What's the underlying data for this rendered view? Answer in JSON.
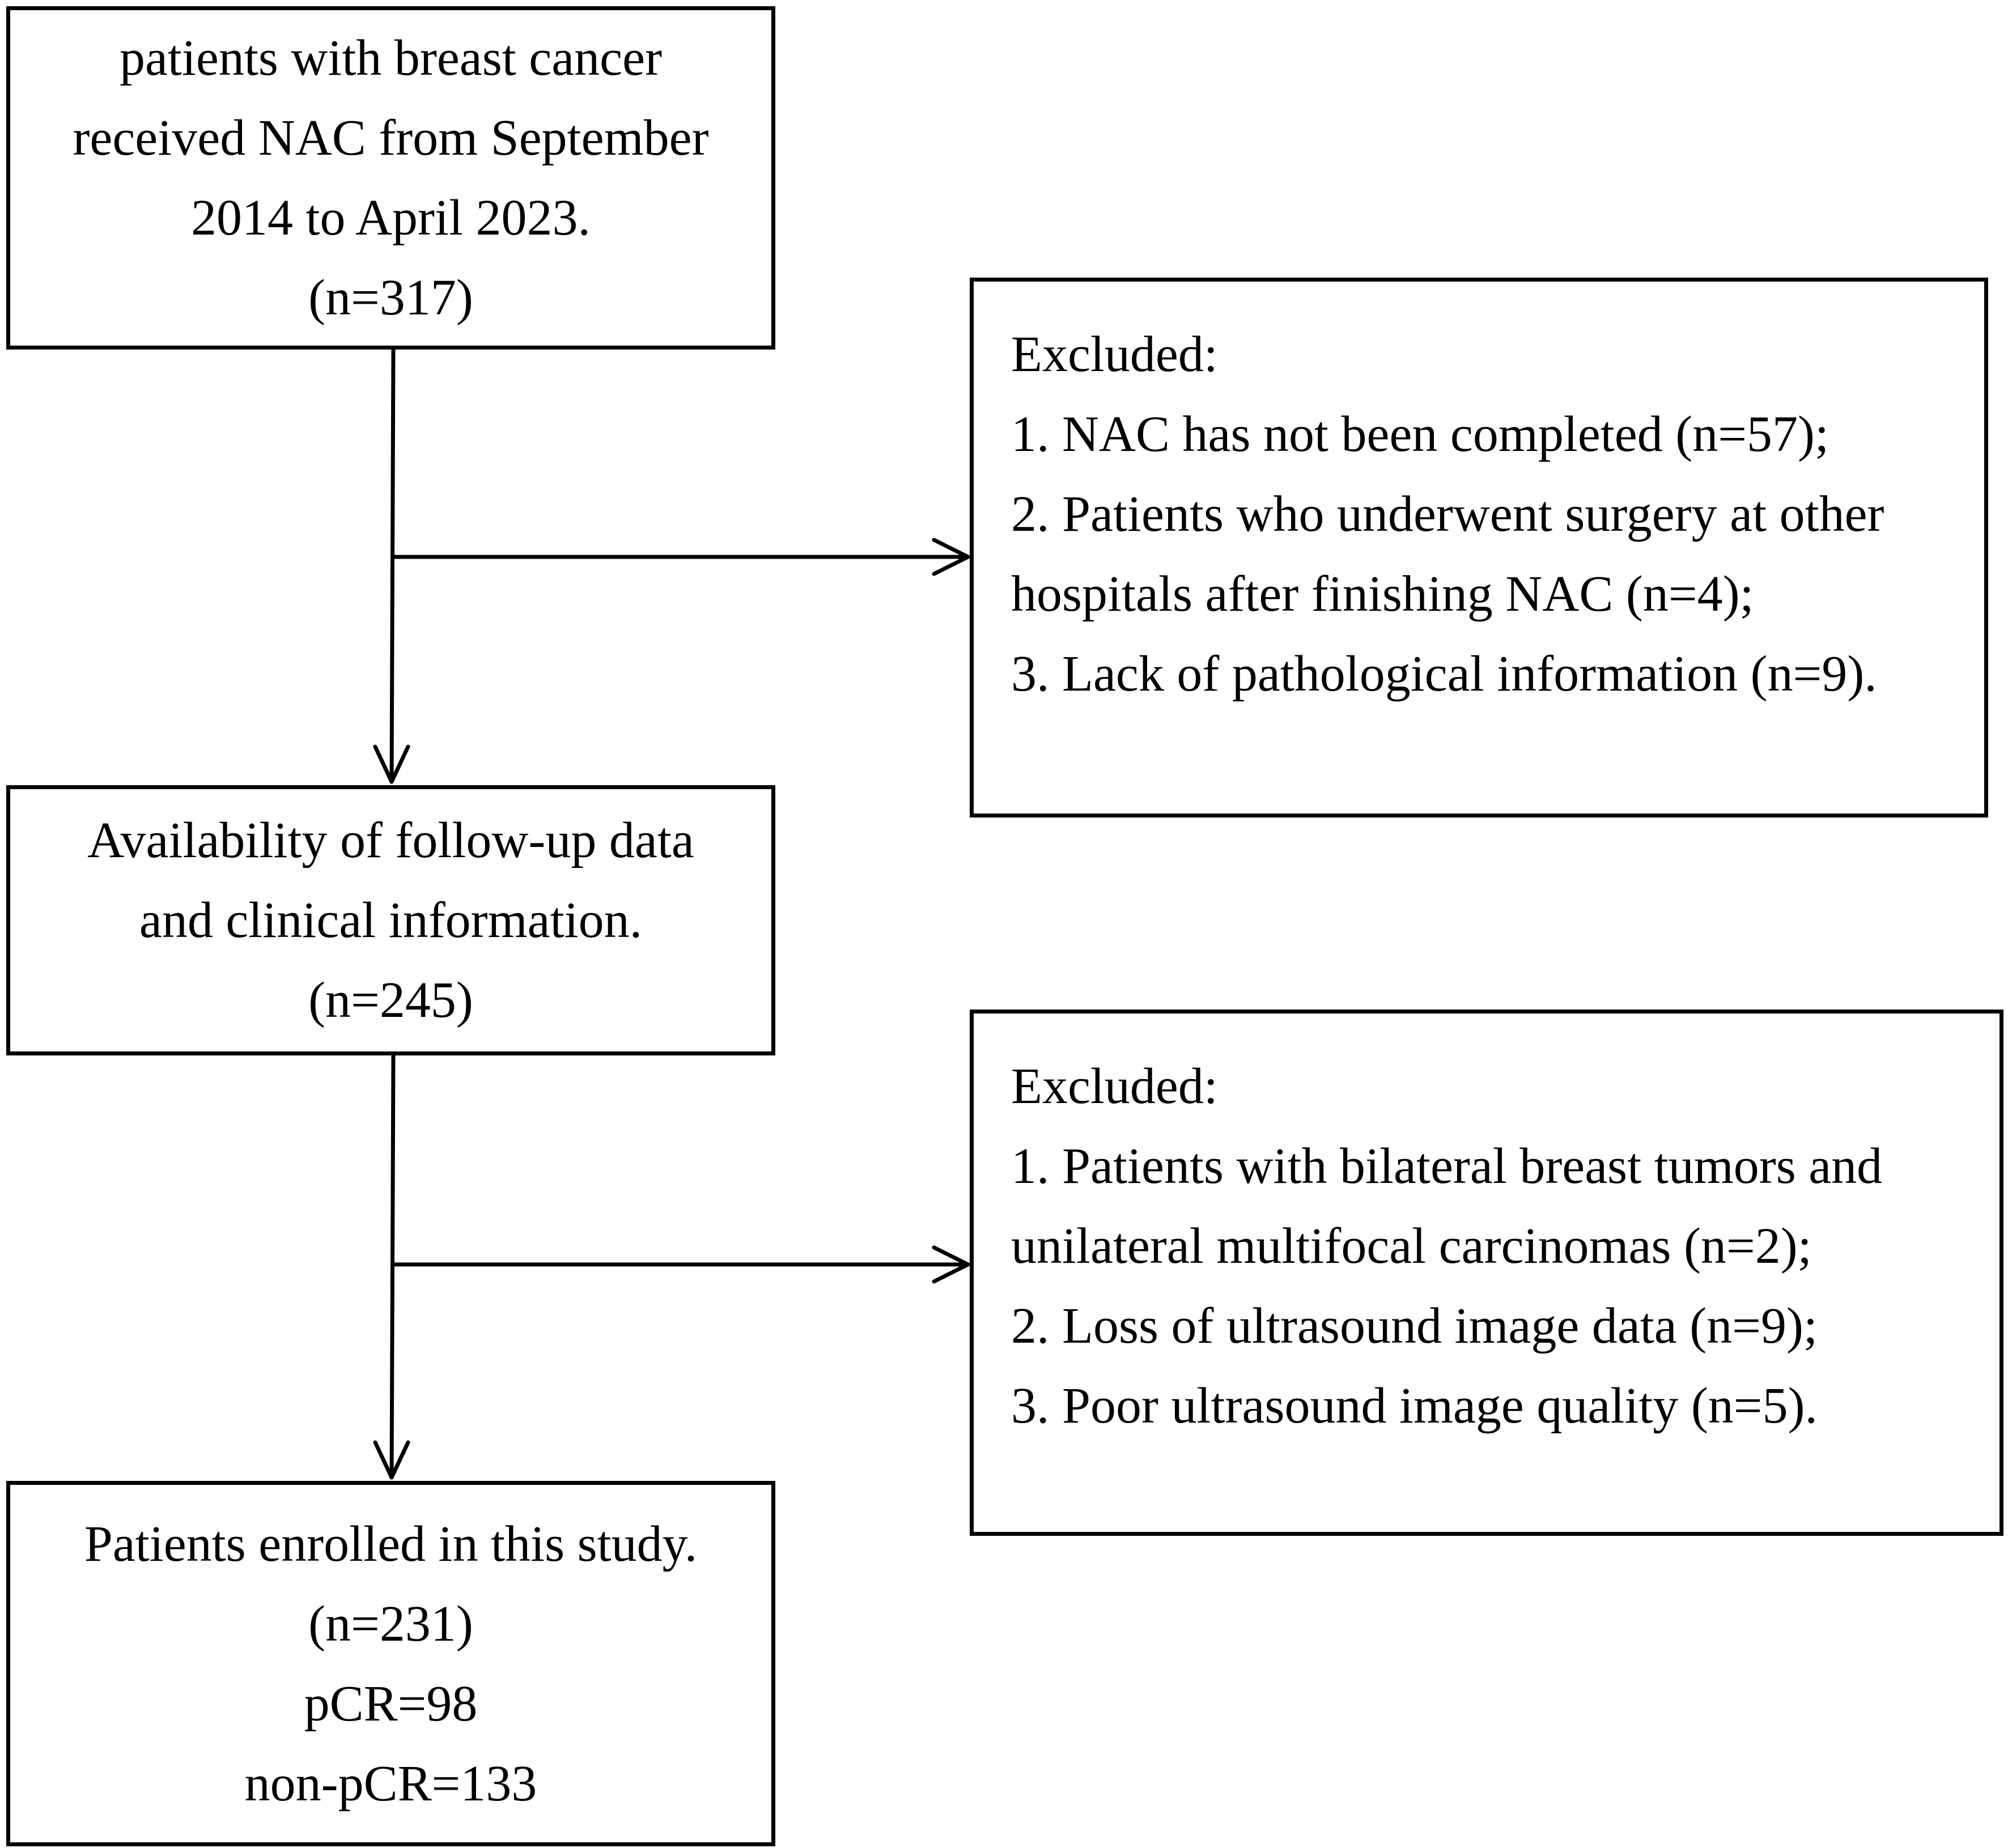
{
  "boxes": {
    "initial": {
      "lines": [
        "patients with breast cancer",
        "received NAC from September",
        "2014 to April 2023.",
        "(n=317)"
      ]
    },
    "exclusion_1": {
      "lines": [
        "Excluded:",
        "1.  NAC has not been completed (n=57);",
        "2.  Patients who underwent surgery at other",
        "hospitals after finishing NAC (n=4);",
        "3.  Lack of pathological information (n=9)."
      ]
    },
    "followup": {
      "lines": [
        "Availability of follow-up data",
        "and clinical information.",
        "(n=245)"
      ]
    },
    "exclusion_2": {
      "lines": [
        "Excluded:",
        "1.  Patients with bilateral breast tumors and",
        "unilateral multifocal carcinomas (n=2);",
        "2.  Loss of ultrasound image data (n=9);",
        "3.  Poor ultrasound image quality (n=5)."
      ]
    },
    "enrolled": {
      "lines": [
        "Patients enrolled in this study.",
        "(n=231)",
        "pCR=98",
        "non-pCR=133"
      ]
    }
  },
  "colors": {
    "border": "#000000",
    "background": "#ffffff",
    "text": "#000000"
  }
}
